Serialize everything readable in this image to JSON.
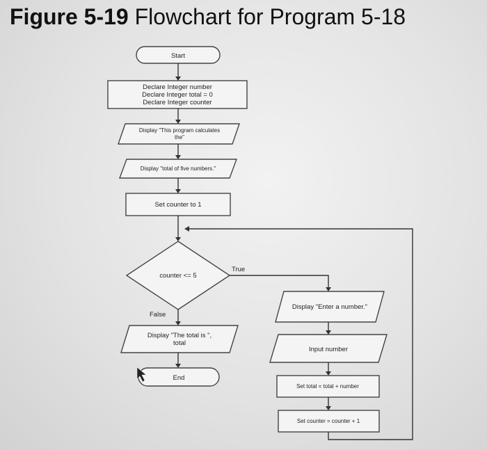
{
  "figure": {
    "label": "Figure 5-19",
    "title": "Flowchart for Program 5-18"
  },
  "flowchart": {
    "start": "Start",
    "declare": [
      "Declare Integer number",
      "Declare Integer total = 0",
      "Declare Integer counter"
    ],
    "display1": [
      "Display \"This program calculates",
      "the\""
    ],
    "display2": "Display \"total of five numbers.\"",
    "set_counter": "Set counter to 1",
    "decision": "counter <= 5",
    "true_label": "True",
    "false_label": "False",
    "display_total": [
      "Display \"The total is \",",
      "total"
    ],
    "end": "End",
    "display_enter": "Display \"Enter a number.\"",
    "input_number": "Input number",
    "set_total": "Set total = total + number",
    "set_counter_inc": "Set counter = counter + 1"
  }
}
